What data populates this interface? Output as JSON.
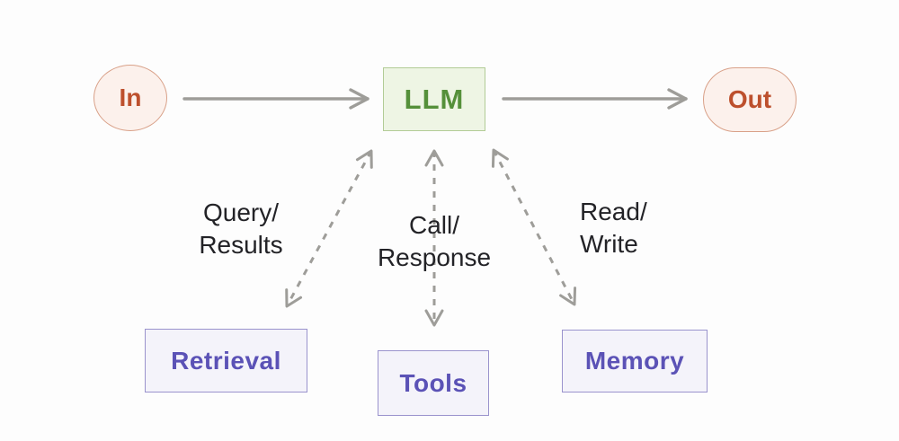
{
  "colors": {
    "bg": "#fdfdfd",
    "arrow": "#9e9d99",
    "label-text": "#232327",
    "inout-bg": "#fcf1ec",
    "inout-border": "#d9a189",
    "inout-text": "#bd502d",
    "llm-bg": "#eef5e4",
    "llm-border": "#b2cc96",
    "llm-text": "#55903a",
    "module-bg": "#f4f3fa",
    "module-border": "#9a93cd",
    "module-text": "#5b52b6"
  },
  "nodes": {
    "in": {
      "label": "In"
    },
    "llm": {
      "label": "LLM"
    },
    "out": {
      "label": "Out"
    },
    "retrieval": {
      "label": "Retrieval"
    },
    "tools": {
      "label": "Tools"
    },
    "memory": {
      "label": "Memory"
    }
  },
  "edge_labels": {
    "retrieval": {
      "line1": "Query/",
      "line2": "Results"
    },
    "tools": {
      "line1": "Call/",
      "line2": "Response"
    },
    "memory": {
      "line1": "Read/",
      "line2": "Write"
    }
  }
}
